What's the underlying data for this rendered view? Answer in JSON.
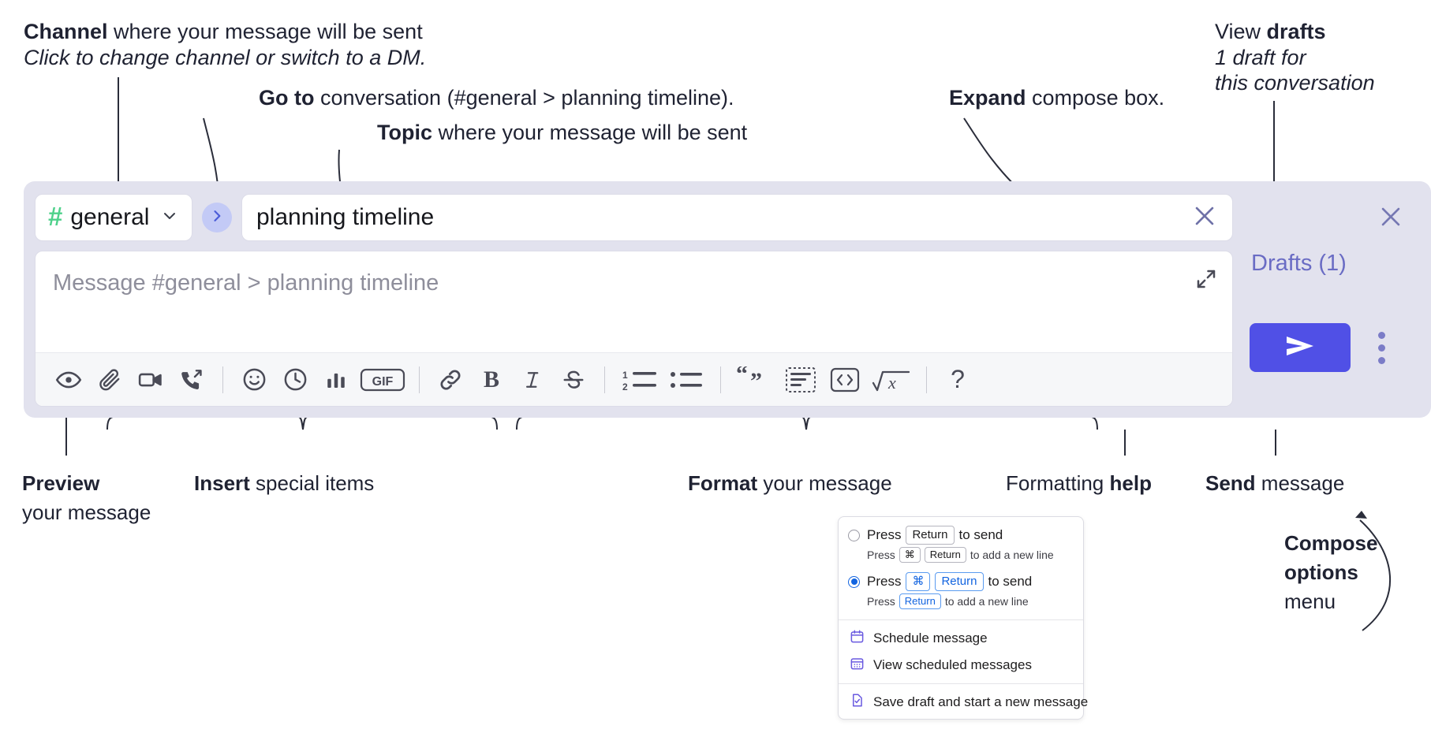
{
  "annotations": {
    "channel": {
      "bold": "Channel",
      "rest": " where your message will be sent",
      "italic": "Click to change channel or switch to a DM."
    },
    "goto": {
      "bold": "Go to",
      "rest": " conversation (#general > planning timeline)."
    },
    "topic": {
      "bold": "Topic",
      "rest": " where your message will be sent"
    },
    "expand": {
      "bold": "Expand",
      "rest": " compose box."
    },
    "drafts": {
      "pre": "View ",
      "bold": "drafts",
      "italic1": "1 draft for",
      "italic2": "this conversation"
    },
    "preview": {
      "bold": "Preview",
      "line2": "your message"
    },
    "insert": {
      "bold": "Insert",
      "rest": " special items"
    },
    "format": {
      "bold": "Format",
      "rest": " your message"
    },
    "formatting_help": {
      "rest": "Formatting ",
      "bold": "help"
    },
    "send": {
      "bold": "Send",
      "rest": " message"
    },
    "compose_options": {
      "bold1": "Compose",
      "bold2": "options",
      "rest": "menu"
    }
  },
  "compose": {
    "channel": {
      "hash": "#",
      "name": "general",
      "caret_icon": "chevron-down-icon"
    },
    "go_to_icon": "chevron-right-icon",
    "topic": {
      "value": "planning timeline",
      "clear_icon": "close-icon"
    },
    "message": {
      "placeholder": "Message #general > planning timeline",
      "value": "",
      "expand_icon": "expand-icon"
    },
    "toolbar": [
      {
        "name": "preview-icon",
        "label": "Preview"
      },
      {
        "name": "attachment-icon",
        "label": "Attach file"
      },
      {
        "name": "video-icon",
        "label": "Record video clip"
      },
      {
        "name": "audio-call-icon",
        "label": "Record audio clip"
      },
      {
        "name": "separator-1",
        "label": ""
      },
      {
        "name": "emoji-icon",
        "label": "Emoji"
      },
      {
        "name": "clock-icon",
        "label": "Reminder"
      },
      {
        "name": "poll-icon",
        "label": "Poll"
      },
      {
        "name": "gif-icon",
        "label": "GIF"
      },
      {
        "name": "separator-2",
        "label": ""
      },
      {
        "name": "link-icon",
        "label": "Link"
      },
      {
        "name": "bold-icon",
        "label": "Bold"
      },
      {
        "name": "italic-icon",
        "label": "Italic"
      },
      {
        "name": "strikethrough-icon",
        "label": "Strikethrough"
      },
      {
        "name": "separator-3",
        "label": ""
      },
      {
        "name": "ordered-list-icon",
        "label": "Ordered list"
      },
      {
        "name": "bulleted-list-icon",
        "label": "Bulleted list"
      },
      {
        "name": "separator-4",
        "label": ""
      },
      {
        "name": "blockquote-icon",
        "label": "Blockquote"
      },
      {
        "name": "code-block-icon",
        "label": "Code block"
      },
      {
        "name": "inline-code-icon",
        "label": "Code"
      },
      {
        "name": "math-icon",
        "label": "Math"
      },
      {
        "name": "separator-5",
        "label": ""
      },
      {
        "name": "help-icon",
        "label": "?"
      }
    ],
    "rail": {
      "close_icon": "close-icon",
      "drafts_label": "Drafts (1)",
      "send_icon": "send-icon",
      "kebab_icon": "more-options-icon"
    },
    "gif_label": "GIF",
    "help_label": "?",
    "bold_label": "B",
    "italic_label": "I"
  },
  "menu": {
    "options": [
      {
        "selected": false,
        "main_pre": "Press",
        "main_key": "Return",
        "main_post": "to send",
        "sub_pre": "Press",
        "sub_keys": [
          "⌘",
          "Return"
        ],
        "sub_post": "to add a new line"
      },
      {
        "selected": true,
        "main_pre": "Press",
        "main_keys": [
          "⌘",
          "Return"
        ],
        "main_post": "to send",
        "sub_pre": "Press",
        "sub_keys": [
          "Return"
        ],
        "sub_post": "to add a new line"
      }
    ],
    "items": [
      {
        "icon": "calendar-schedule-icon",
        "label": "Schedule message"
      },
      {
        "icon": "calendar-grid-icon",
        "label": "View scheduled messages"
      },
      {
        "icon": "save-draft-icon",
        "label": "Save draft and start a new message"
      }
    ]
  },
  "colors": {
    "compose_bg": "#e2e2ee",
    "send_button": "#5050e6",
    "hash_green": "#4fd18b",
    "drafts_text": "#6a6cc4",
    "accent_blue": "#1264e0"
  }
}
